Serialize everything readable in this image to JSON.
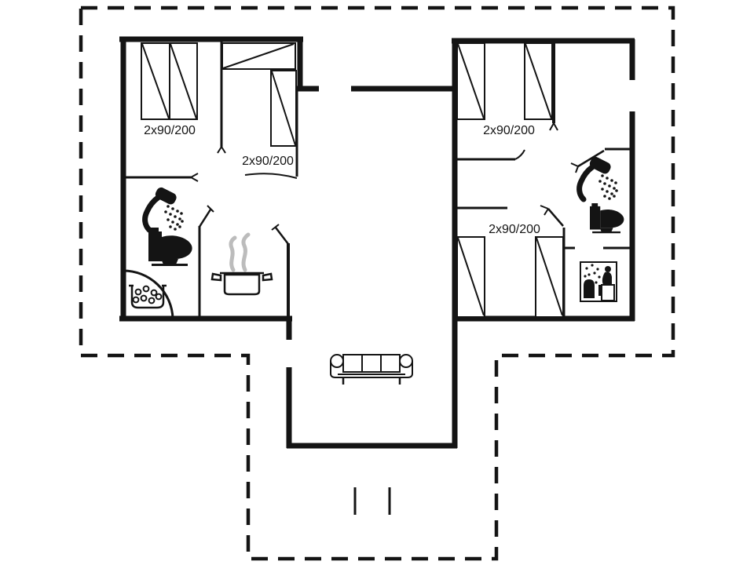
{
  "floorplan": {
    "bed_labels": {
      "bedroom1": "2x90/200",
      "bedroom2": "2x90/200",
      "bedroom3": "2x90/200",
      "bedroom4": "2x90/200"
    },
    "colors": {
      "ink": "#141414",
      "steam": "#bcbcbc",
      "background": "#ffffff"
    },
    "icons": [
      "shower-icon",
      "toilet-icon",
      "whirlpool-tub-icon",
      "cooking-pot-icon",
      "sauna-icon",
      "sofa-icon"
    ]
  }
}
